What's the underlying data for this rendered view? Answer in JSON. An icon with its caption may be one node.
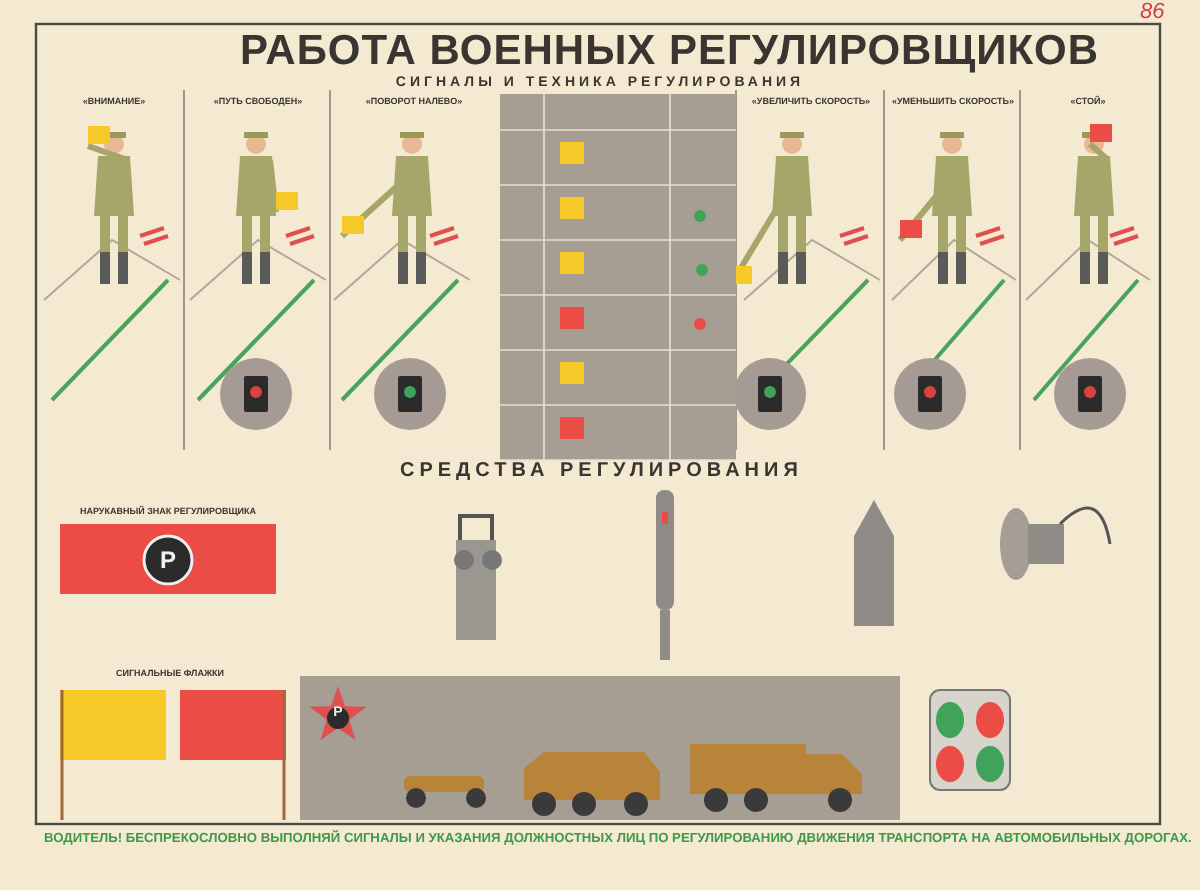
{
  "diagram": {
    "title": "РАБОТА ВОЕННЫХ РЕГУЛИРОВЩИКОВ",
    "labels": [
      "86",
      "СИГНАЛЫ И ТЕХНИКА РЕГУЛИРОВАНИЯ",
      "«ВНИМАНИЕ»",
      "«ПУТЬ СВОБОДЕН»",
      "«ПОВОРОТ НАЛЕВО»",
      "«УВЕЛИЧИТЬ СКОРОСТЬ»",
      "«УМЕНЬШИТЬ СКОРОСТЬ»",
      "«СТОЙ»",
      "СРЕДСТВА РЕГУЛИРОВАНИЯ",
      "НАРУКАВНЫЙ ЗНАК РЕГУЛИРОВЩИКА",
      "Р",
      "СИГНАЛЬНЫЕ ФЛАЖКИ",
      "Р",
      "ВОДИТЕЛЬ! БЕСПРЕКОСЛОВНО ВЫПОЛНЯЙ СИГНАЛЫ И УКАЗАНИЯ ДОЛЖНОСТНЫХ ЛИЦ ПО РЕГУЛИРОВАНИЮ ДВИЖЕНИЯ ТРАНСПОРТА НА АВТОМОБИЛЬНЫХ ДОРОГАХ."
    ]
  }
}
